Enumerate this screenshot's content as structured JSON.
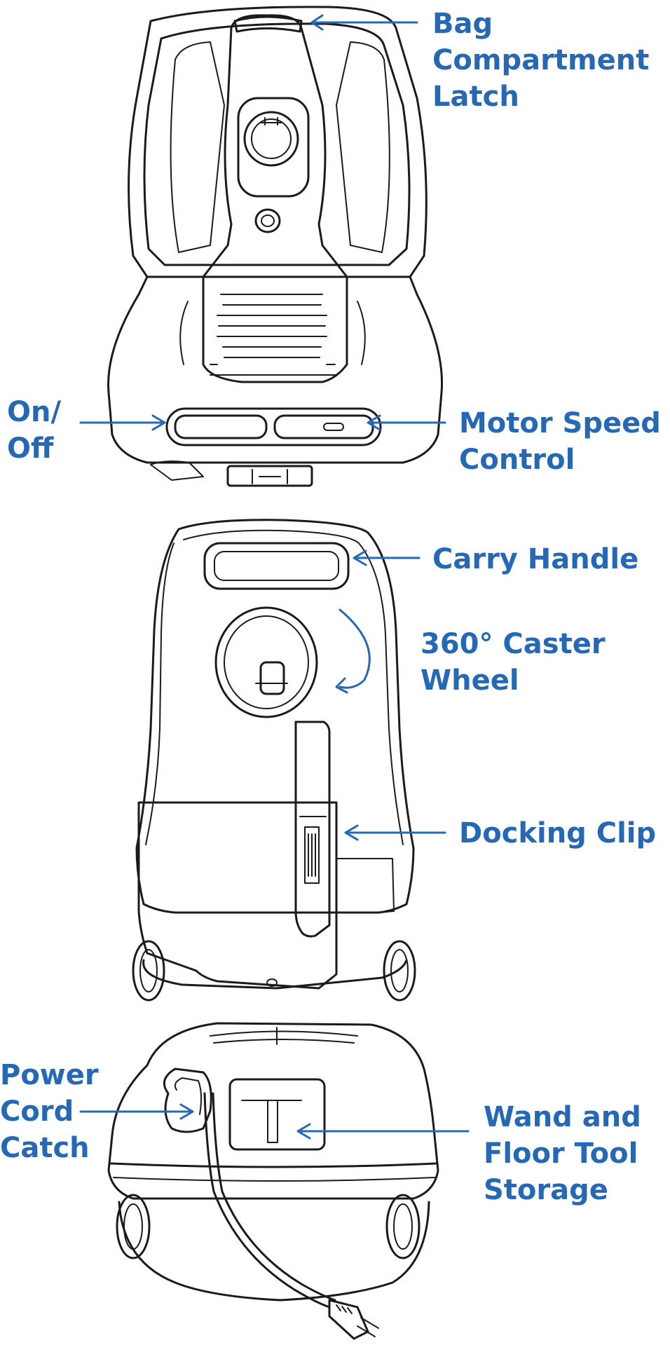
{
  "labels": {
    "bag_latch": "Bag\nCompartment\nLatch",
    "on_off": "On/\nOff",
    "motor_speed": "Motor Speed\nControl",
    "carry_handle": "Carry Handle",
    "caster_wheel": "360° Caster\nWheel",
    "docking_clip": "Docking Clip",
    "power_cord": "Power\nCord\nCatch",
    "wand_storage": "Wand and\nFloor Tool\nStorage"
  },
  "colors": {
    "label": "#2568b5",
    "line": "#1b1b1b",
    "background": "#ffffff"
  }
}
